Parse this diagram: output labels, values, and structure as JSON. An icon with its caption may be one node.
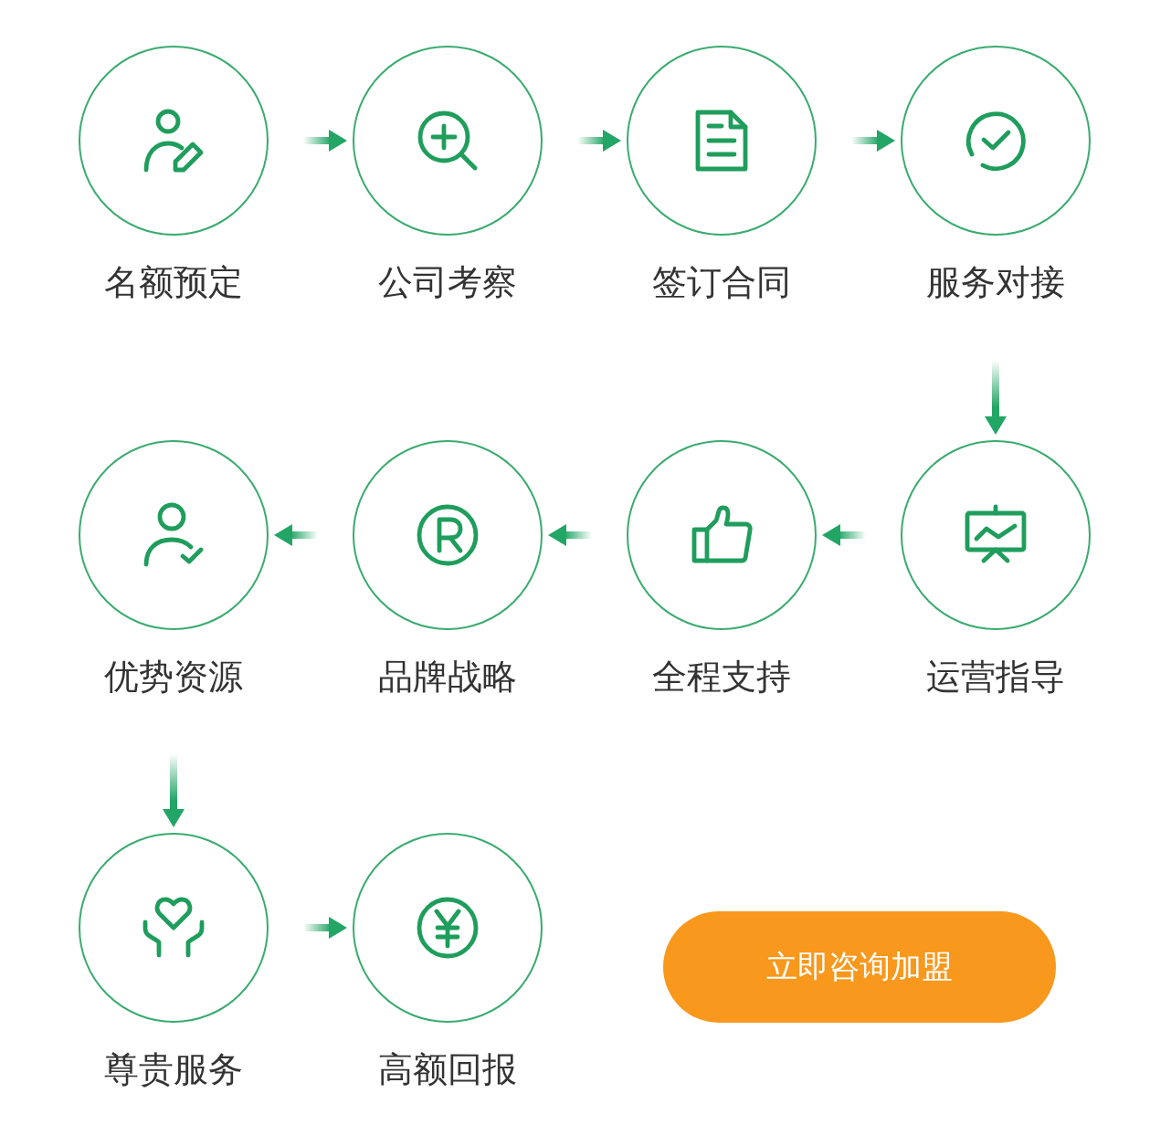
{
  "diagram": {
    "nodes": [
      {
        "text": [
          "名额预定"
        ]
      },
      {
        "text": [
          "公司考察"
        ]
      },
      {
        "text": [
          "签订合同"
        ]
      },
      {
        "text": [
          "服务对接"
        ]
      },
      {
        "text": [
          "优势资源"
        ]
      },
      {
        "text": [
          "品牌战略"
        ]
      },
      {
        "text": [
          "全程支持"
        ]
      },
      {
        "text": [
          "运营指导"
        ]
      },
      {
        "text": [
          "尊贵服务"
        ]
      },
      {
        "text": [
          "高额回报"
        ]
      },
      {
        "text": [
          "立即咨询加盟"
        ]
      }
    ],
    "edges": [
      {
        "from": 0,
        "to": 1,
        "arrow": "to"
      },
      {
        "from": 1,
        "to": 2,
        "arrow": "to"
      },
      {
        "from": 2,
        "to": 3,
        "arrow": "to"
      },
      {
        "from": 3,
        "to": 7,
        "arrow": "to"
      },
      {
        "from": 7,
        "to": 6,
        "arrow": "to"
      },
      {
        "from": 6,
        "to": 5,
        "arrow": "to"
      },
      {
        "from": 5,
        "to": 4,
        "arrow": "to"
      },
      {
        "from": 4,
        "to": 8,
        "arrow": "to"
      },
      {
        "from": 8,
        "to": 9,
        "arrow": "to"
      }
    ]
  }
}
